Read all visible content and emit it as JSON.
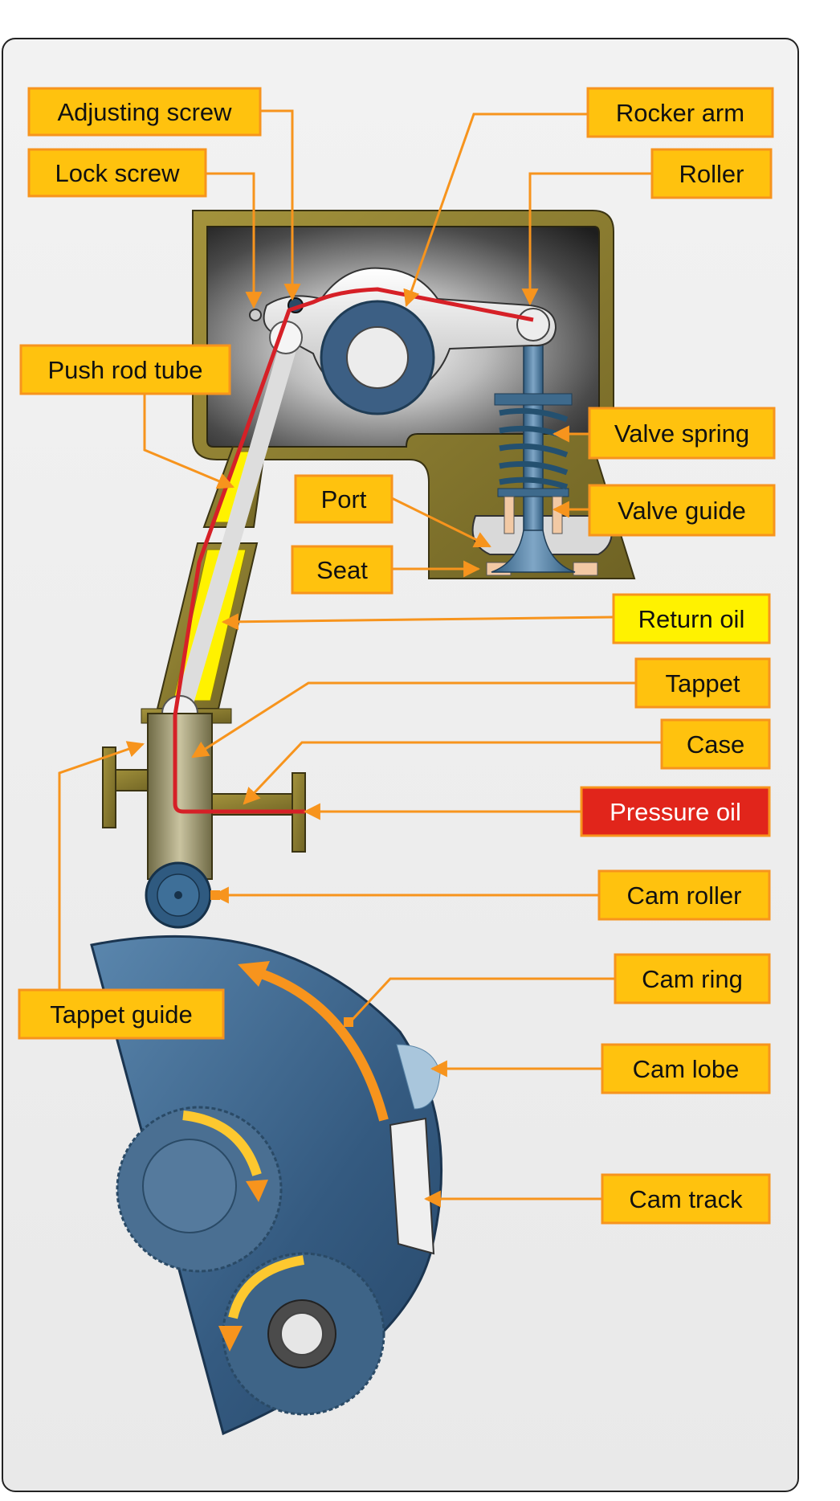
{
  "labels": {
    "adjusting_screw": "Adjusting screw",
    "lock_screw": "Lock screw",
    "push_rod_tube": "Push rod tube",
    "rocker_arm": "Rocker arm",
    "roller": "Roller",
    "valve_spring": "Valve spring",
    "valve_guide": "Valve guide",
    "port": "Port",
    "seat": "Seat",
    "return_oil": "Return oil",
    "tappet": "Tappet",
    "case": "Case",
    "pressure_oil": "Pressure oil",
    "cam_roller": "Cam roller",
    "cam_ring": "Cam ring",
    "tappet_guide": "Tappet guide",
    "cam_lobe": "Cam lobe",
    "cam_track": "Cam track"
  },
  "colors": {
    "label_fill": "#ffc20e",
    "label_border": "#f7941d",
    "leader": "#f7941d",
    "return_oil_fill": "#fff200",
    "pressure_oil_fill": "#e1251b",
    "head_housing": "#8a7a2e",
    "cam_blue": "#3e6589",
    "oil_red": "#d62027"
  }
}
